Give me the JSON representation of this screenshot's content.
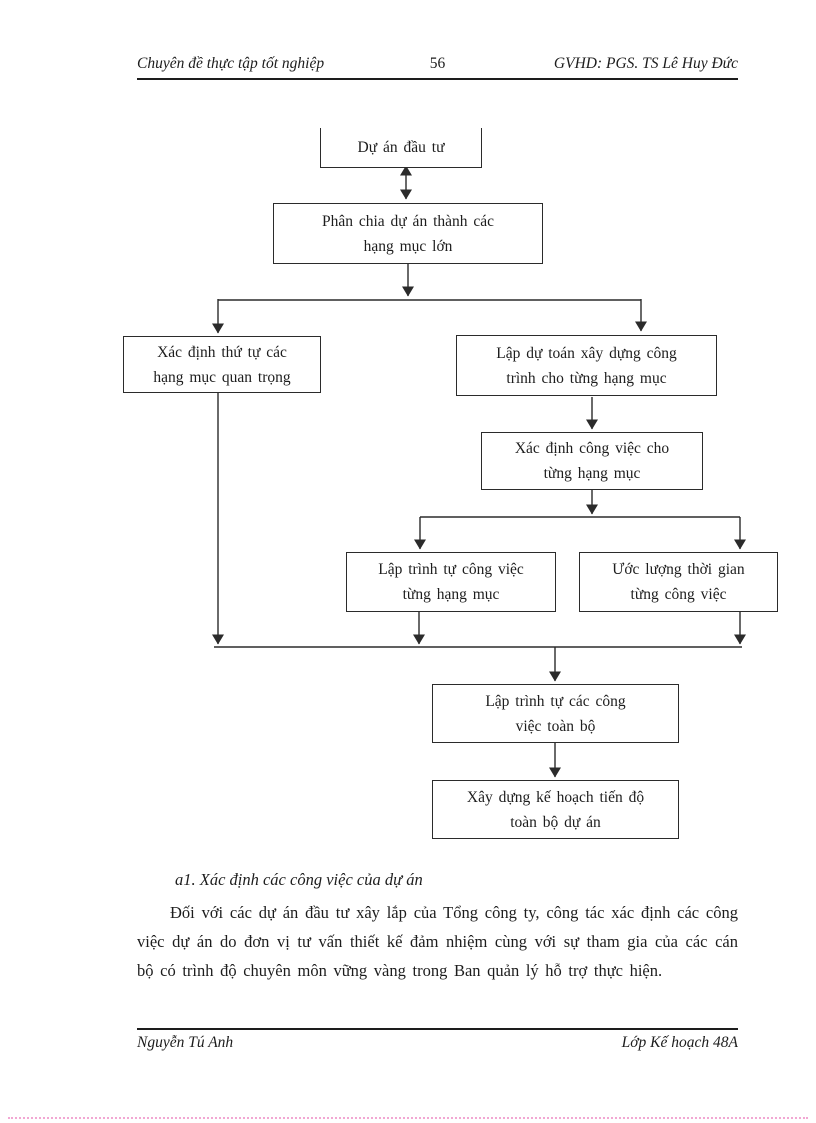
{
  "header": {
    "left": "Chuyên đề thực tập tốt nghiệp",
    "page_number": "56",
    "right": "GVHD: PGS. TS Lê Huy Đức"
  },
  "flowchart": {
    "boxes": [
      {
        "id": "du-an-dau-tu",
        "lines": [
          "Dự án đầu tư",
          ""
        ]
      },
      {
        "id": "phan-chia",
        "lines": [
          "Phân chia dự án thành các",
          "hạng mục lớn"
        ]
      },
      {
        "id": "xac-dinh-thu-tu",
        "lines": [
          "Xác định thứ tự các",
          "hạng mục quan trọng"
        ]
      },
      {
        "id": "lap-du-toan",
        "lines": [
          "Lập dự toán xây dựng công",
          "trình cho từng hạng mục"
        ]
      },
      {
        "id": "xac-dinh-cong-viec",
        "lines": [
          "Xác định công việc cho",
          "từng hạng mục"
        ]
      },
      {
        "id": "lap-trinh-tu-hang-muc",
        "lines": [
          "Lập trình tự công việc",
          "từng hạng mục"
        ]
      },
      {
        "id": "uoc-luong-thoi-gian",
        "lines": [
          "Ước lượng thời gian",
          "từng công việc"
        ]
      },
      {
        "id": "lap-trinh-tu-toan-bo",
        "lines": [
          "Lập trình tự các công",
          "việc toàn bộ"
        ]
      },
      {
        "id": "xay-dung-ke-hoach",
        "lines": [
          "Xây dựng kế hoạch tiến độ",
          "toàn bộ dự án"
        ]
      }
    ]
  },
  "body": {
    "heading": "a1. Xác định các công việc của dự án",
    "paragraph": "Đối với các dự án đầu tư xây lắp của Tổng công ty, công tác xác định các công việc dự án do đơn vị tư vấn thiết kế đảm nhiệm cùng với sự tham gia của các cán bộ có trình độ chuyên môn vững vàng trong Ban quản lý hỗ trợ thực hiện."
  },
  "footer": {
    "left": "Nguyễn Tú Anh",
    "right": "Lớp Kế hoạch 48A"
  },
  "colors": {
    "text": "#1d1d1d",
    "line": "#2b2b2b",
    "page_break_dots": "#f2a7d3"
  }
}
